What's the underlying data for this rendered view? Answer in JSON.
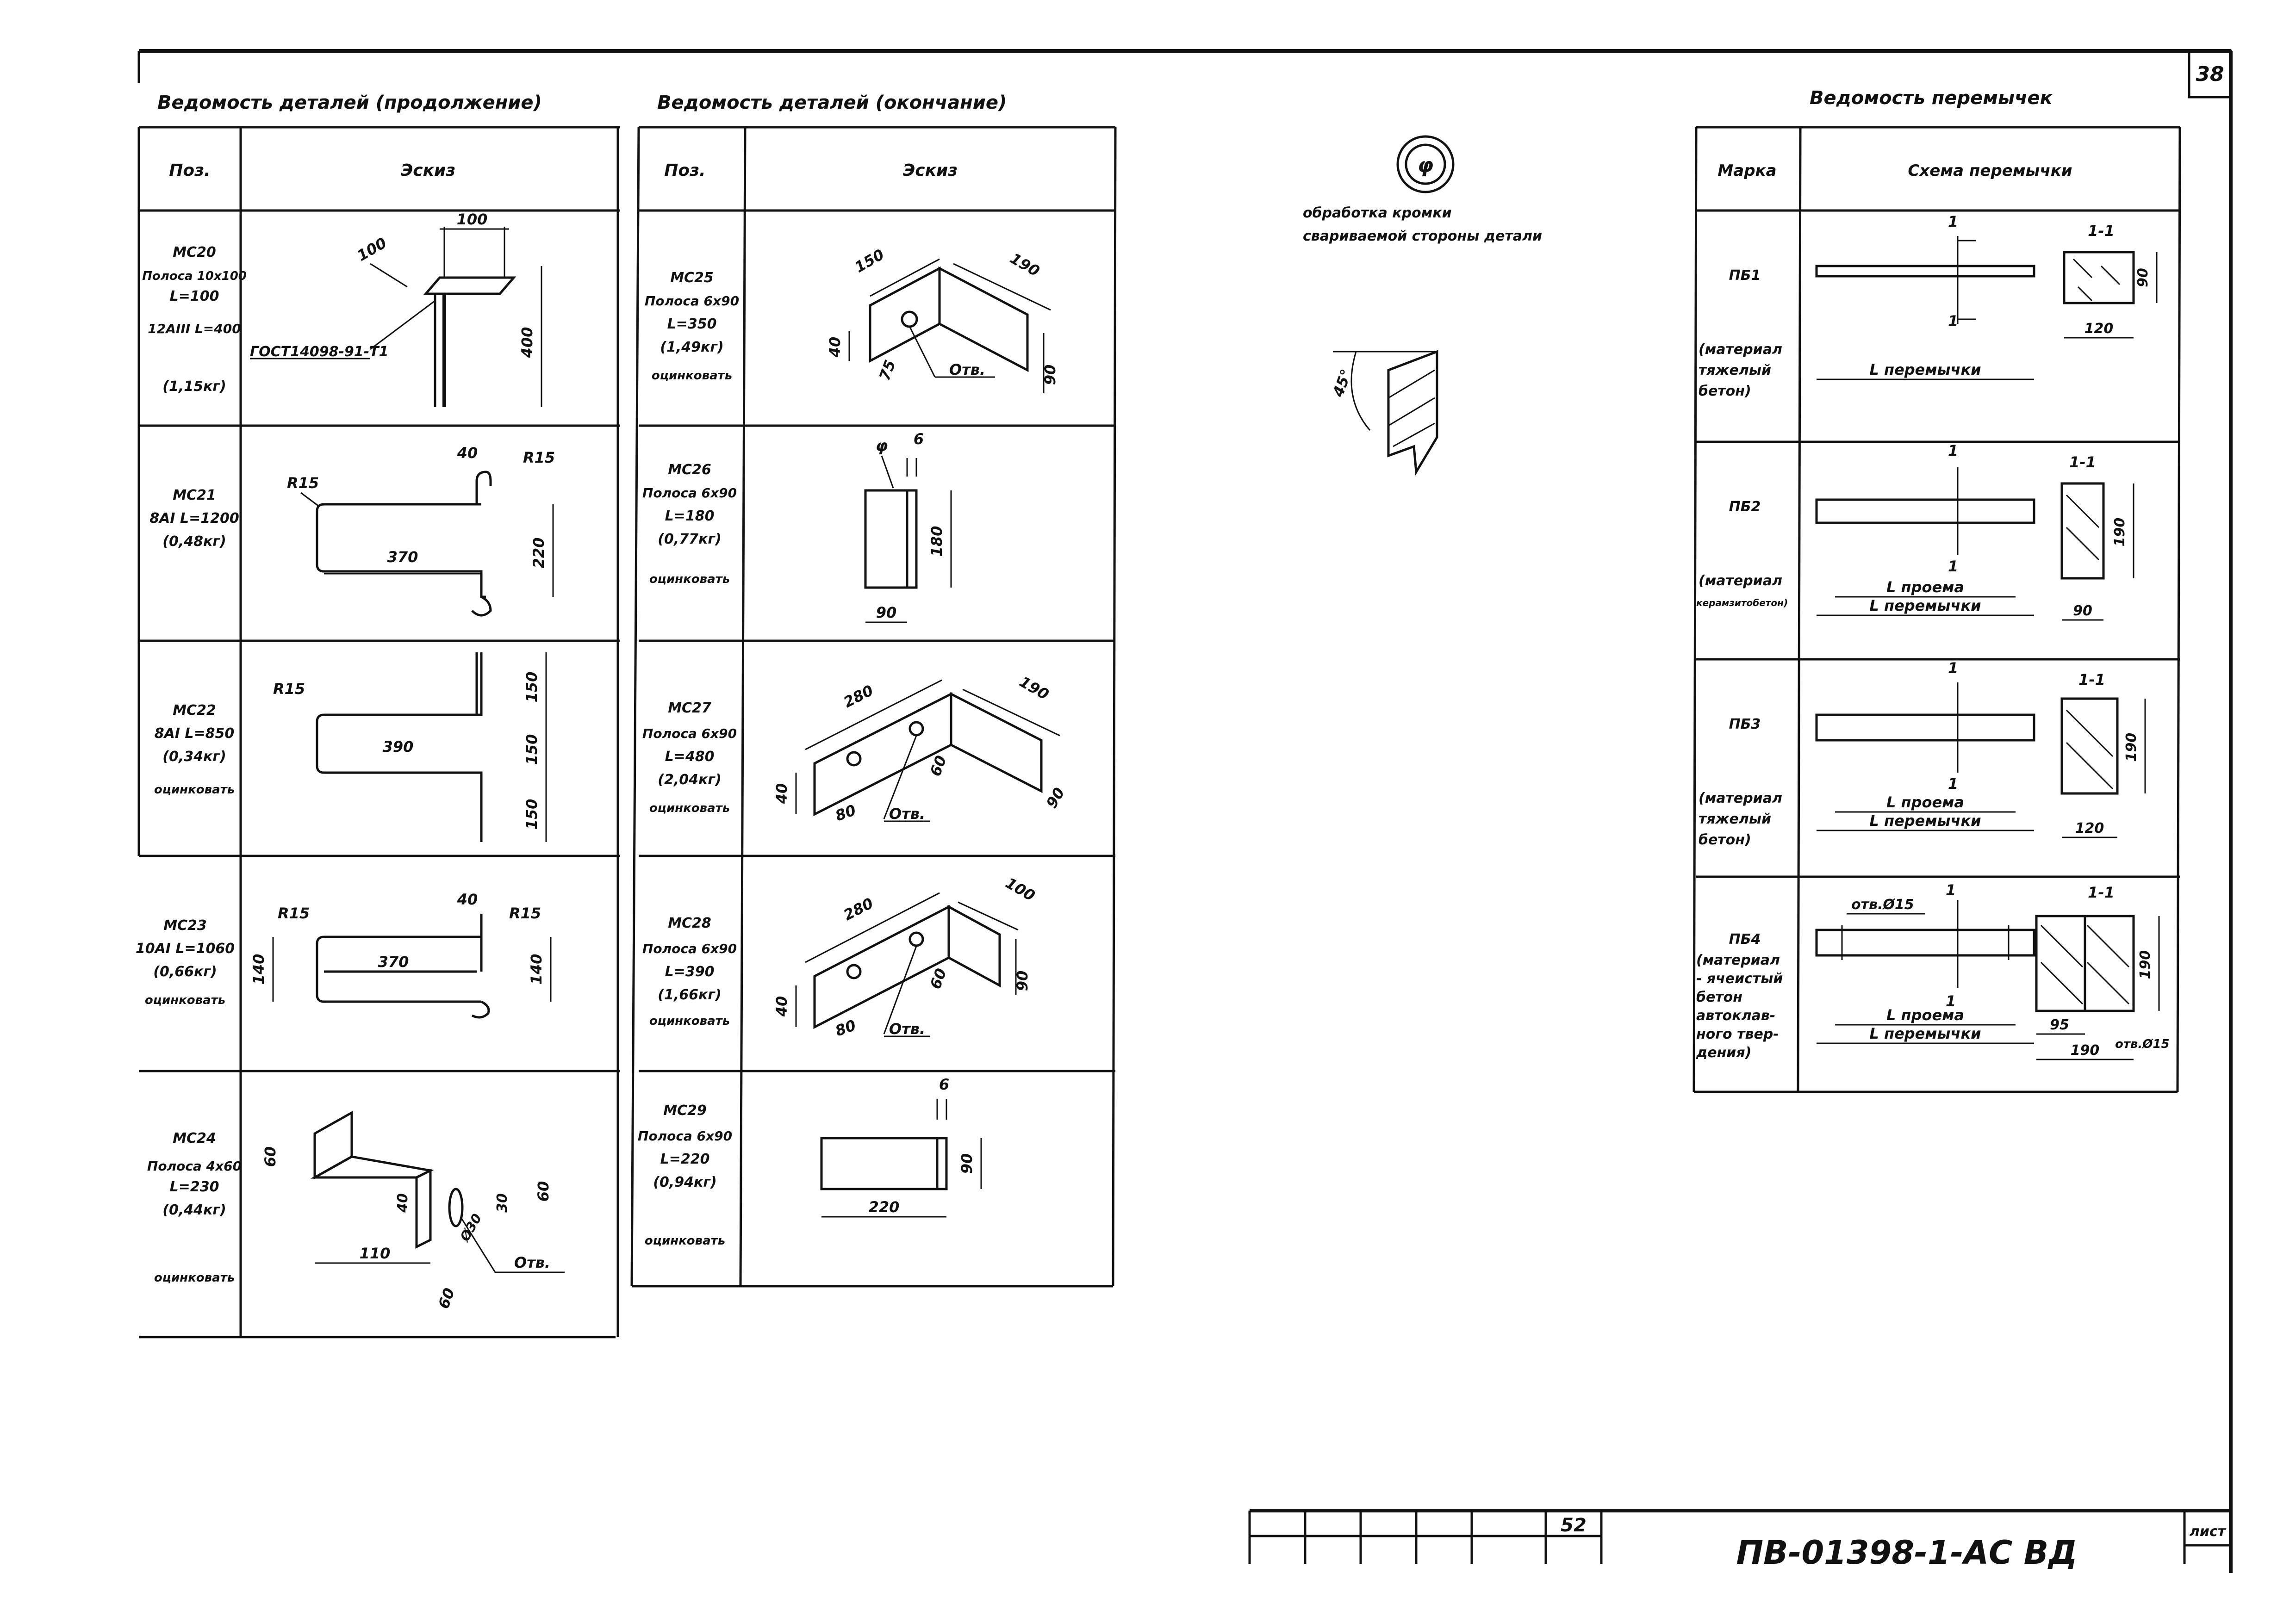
{
  "sheet_number": "38",
  "stamp_number": "52",
  "doc_code": "ПВ-01398-1-АС  ВД",
  "sheet_label": "лист",
  "table_continued": {
    "title": "Ведомость деталей (продолжение)",
    "col_pos": "Поз.",
    "col_sketch": "Эскиз",
    "rows": [
      {
        "lines": [
          "МС20",
          "Полоса 10х100",
          "L=100",
          "12АIII L=400",
          "(1,15кг)"
        ],
        "dims": [
          "100",
          "100",
          "400",
          "ГОСТ14098-91-Т1"
        ]
      },
      {
        "lines": [
          "МС21",
          "8АI L=1200",
          "(0,48кг)"
        ],
        "dims": [
          "R15",
          "40",
          "R15",
          "370",
          "220"
        ]
      },
      {
        "lines": [
          "МС22",
          "8АI L=850",
          "(0,34кг)",
          "оцинковать"
        ],
        "dims": [
          "R15",
          "390",
          "150",
          "150",
          "150"
        ]
      },
      {
        "lines": [
          "МС23",
          "10АI L=1060",
          "(0,66кг)",
          "оцинковать"
        ],
        "dims": [
          "R15",
          "40",
          "R15",
          "370",
          "140",
          "140"
        ]
      },
      {
        "lines": [
          "МС24",
          "Полоса 4х60",
          "L=230",
          "(0,44кг)",
          "оцинковать"
        ],
        "dims": [
          "60",
          "40",
          "30",
          "60",
          "110",
          "Ø30",
          "60",
          "Отв."
        ]
      }
    ]
  },
  "table_end": {
    "title": "Ведомость деталей (окончание)",
    "col_pos": "Поз.",
    "col_sketch": "Эскиз",
    "rows": [
      {
        "lines": [
          "МС25",
          "Полоса 6х90",
          "L=350",
          "(1,49кг)",
          "оцинковать"
        ],
        "dims": [
          "150",
          "190",
          "40",
          "75",
          "90",
          "Отв."
        ]
      },
      {
        "lines": [
          "МС26",
          "Полоса 6х90",
          "L=180",
          "(0,77кг)",
          "оцинковать"
        ],
        "dims": [
          "φ",
          "6",
          "180",
          "90"
        ]
      },
      {
        "lines": [
          "МС27",
          "Полоса 6х90",
          "L=480",
          "(2,04кг)",
          "оцинковать"
        ],
        "dims": [
          "280",
          "190",
          "40",
          "80",
          "60",
          "90",
          "Отв."
        ]
      },
      {
        "lines": [
          "МС28",
          "Полоса 6х90",
          "L=390",
          "(1,66кг)",
          "оцинковать"
        ],
        "dims": [
          "280",
          "100",
          "40",
          "80",
          "60",
          "90",
          "Отв."
        ]
      },
      {
        "lines": [
          "МС29",
          "Полоса 6х90",
          "L=220",
          "(0,94кг)",
          "оцинковать"
        ],
        "dims": [
          "6",
          "90",
          "220"
        ]
      }
    ]
  },
  "legend": {
    "symbol": "φ",
    "line1": "обработка кромки",
    "line2": "свариваемой стороны детали",
    "angle": "45°"
  },
  "lintels": {
    "title": "Ведомость перемычек",
    "col_mark": "Марка",
    "col_scheme": "Схема перемычки",
    "rows": [
      {
        "lines": [
          "ПБ1",
          "(материал",
          "тяжелый",
          "бетон)"
        ],
        "dims": [
          "1",
          "1",
          "L перемычки",
          "1-1",
          "90",
          "120"
        ]
      },
      {
        "lines": [
          "ПБ2",
          "(материал",
          "керамзитобетон)"
        ],
        "dims": [
          "1",
          "1",
          "L проема",
          "L перемычки",
          "1-1",
          "190",
          "90"
        ]
      },
      {
        "lines": [
          "ПБ3",
          "(материал",
          "тяжелый",
          "бетон)"
        ],
        "dims": [
          "1",
          "1",
          "L проема",
          "L перемычки",
          "1-1",
          "190",
          "120"
        ]
      },
      {
        "lines": [
          "ПБ4",
          "(материал",
          "- ячеистый",
          "бетон",
          "автоклав-",
          "ного твер-",
          "дения)"
        ],
        "dims": [
          "отв.Ø15",
          "1",
          "1",
          "L проема",
          "L перемычки",
          "1-1",
          "190",
          "95",
          "190",
          "отв.Ø15"
        ]
      }
    ]
  }
}
